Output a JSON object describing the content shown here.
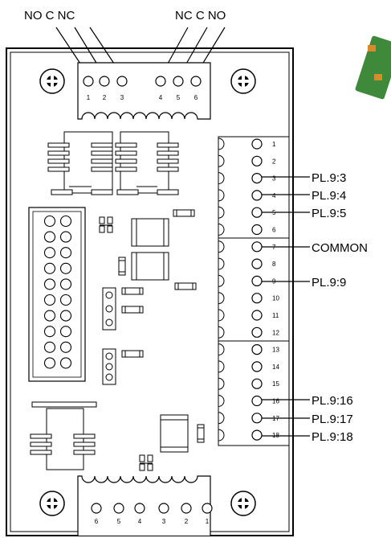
{
  "top_labels": {
    "left_group": "NO C NC",
    "right_group": "NC C NO"
  },
  "top_connector_pins": [
    "1",
    "2",
    "3",
    "4",
    "5",
    "6"
  ],
  "bottom_connector_pins": [
    "6",
    "5",
    "4",
    "3",
    "2",
    "1"
  ],
  "right_terminal_pins": [
    "1",
    "2",
    "3",
    "4",
    "5",
    "6",
    "7",
    "8",
    "9",
    "10",
    "11",
    "12",
    "13",
    "14",
    "15",
    "16",
    "17",
    "18"
  ],
  "callouts": {
    "pin3": "PL.9:3",
    "pin4": "PL.9:4",
    "pin5": "PL.9:5",
    "pin7": "COMMON",
    "pin9": "PL.9:9",
    "pin16": "PL.9:16",
    "pin17": "PL.9:17",
    "pin18": "PL.9:18"
  },
  "thumbnail": {
    "color": "#3f8a3a",
    "accent": "#d98a2a"
  }
}
